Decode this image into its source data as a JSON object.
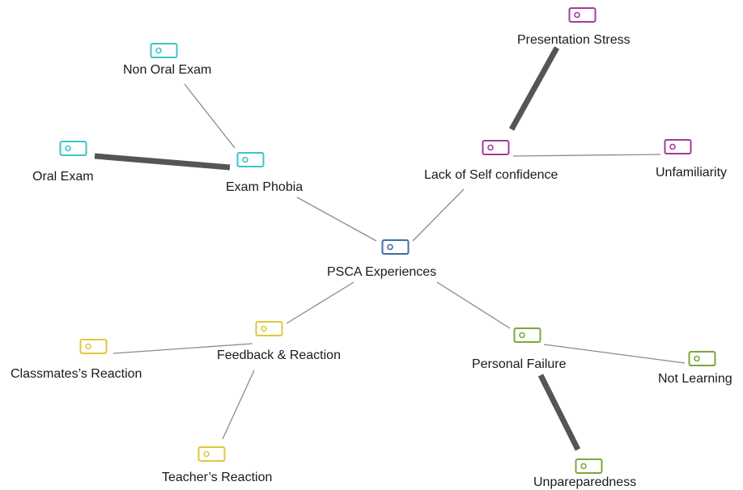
{
  "diagram": {
    "type": "concept-map",
    "colors": {
      "center": "#3d6ea8",
      "exam": "#3ec4c8",
      "confidence": "#a13c9a",
      "failure": "#7aa83c",
      "feedback": "#e0c83c",
      "thin_link": "#8a8a8a",
      "thick_link": "#555555"
    },
    "icon_name": "tag-icon",
    "nodes": {
      "center": {
        "label": "PSCA Experiences"
      },
      "exam_phobia": {
        "label": "Exam Phobia"
      },
      "non_oral_exam": {
        "label": "Non Oral Exam"
      },
      "oral_exam": {
        "label": "Oral Exam"
      },
      "lack_confidence": {
        "label": "Lack of Self confidence"
      },
      "presentation_stress": {
        "label": "Presentation Stress"
      },
      "unfamiliarity": {
        "label": "Unfamiliarity"
      },
      "personal_failure": {
        "label": "Personal Failure"
      },
      "not_learning": {
        "label": "Not Learning"
      },
      "unpreparedness": {
        "label": "Unpareparedness"
      },
      "feedback_reaction": {
        "label": "Feedback & Reaction"
      },
      "classmates_reaction": {
        "label": "Classmates’s Reaction"
      },
      "teachers_reaction": {
        "label": "Teacher’s Reaction"
      }
    },
    "links": [
      {
        "from": "center",
        "to": "exam_phobia",
        "weight": "thin"
      },
      {
        "from": "center",
        "to": "lack_confidence",
        "weight": "thin"
      },
      {
        "from": "center",
        "to": "personal_failure",
        "weight": "thin"
      },
      {
        "from": "center",
        "to": "feedback_reaction",
        "weight": "thin"
      },
      {
        "from": "exam_phobia",
        "to": "non_oral_exam",
        "weight": "thin"
      },
      {
        "from": "exam_phobia",
        "to": "oral_exam",
        "weight": "thick"
      },
      {
        "from": "lack_confidence",
        "to": "presentation_stress",
        "weight": "thick"
      },
      {
        "from": "lack_confidence",
        "to": "unfamiliarity",
        "weight": "thin"
      },
      {
        "from": "personal_failure",
        "to": "not_learning",
        "weight": "thin"
      },
      {
        "from": "personal_failure",
        "to": "unpreparedness",
        "weight": "thick"
      },
      {
        "from": "feedback_reaction",
        "to": "classmates_reaction",
        "weight": "thin"
      },
      {
        "from": "feedback_reaction",
        "to": "teachers_reaction",
        "weight": "thin"
      }
    ]
  }
}
